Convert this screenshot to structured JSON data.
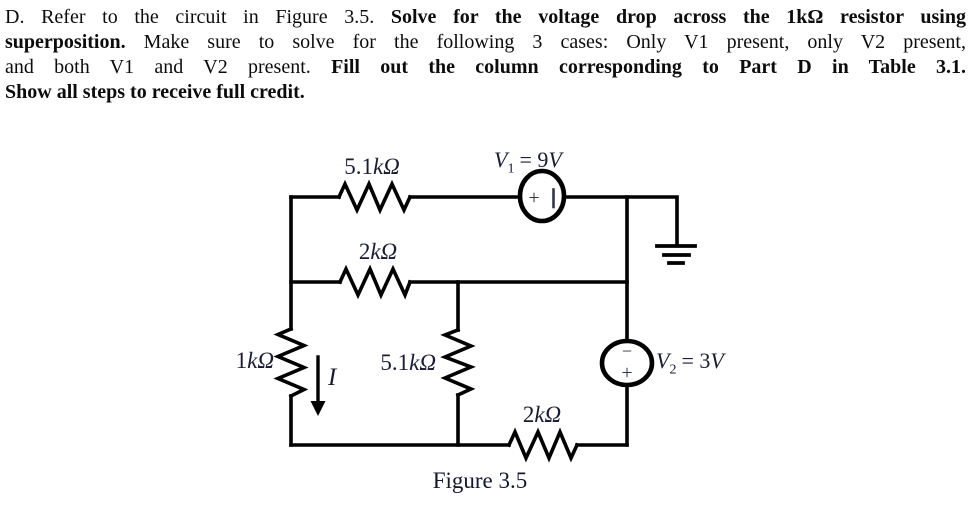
{
  "instructions": {
    "l1_regular": "D. Refer to the circuit in Figure 3.5. ",
    "l1_bold": "Solve for the voltage drop across the 1kΩ resistor using",
    "l2_bold": "superposition. ",
    "l2_regular": "Make sure to solve for the following 3 cases: Only V1 present, only V2 present,",
    "l3_regular": "and both V1 and V2 present. ",
    "l3_bold": "Fill out the column corresponding to Part D in Table 3.1.",
    "l4_bold": "Show all steps to receive full credit."
  },
  "circuit": {
    "resistors": {
      "r_top": {
        "value": "5.1",
        "unit": "kΩ"
      },
      "r_mid_h": {
        "value": "2",
        "unit": "kΩ"
      },
      "r_left": {
        "value": "1",
        "unit": "kΩ"
      },
      "r_mid_v": {
        "value": "5.1",
        "unit": "kΩ"
      },
      "r_bottom": {
        "value": "2",
        "unit": "kΩ"
      }
    },
    "sources": {
      "v1": {
        "sym": "V",
        "sub": "1",
        "eq": "= 9",
        "unit": "V",
        "plus": "+"
      },
      "v2": {
        "sym": "V",
        "sub": "2",
        "eq": "= 3",
        "unit": "V",
        "plus": "+",
        "minus": "−"
      }
    },
    "current_label": "I",
    "caption": "Figure 3.5",
    "colors": {
      "background": "#ffffff",
      "wire": "#000000",
      "label_text": "#1b1b33",
      "body_text": "#0c0c0c",
      "source_symbol": "#33334d"
    }
  }
}
